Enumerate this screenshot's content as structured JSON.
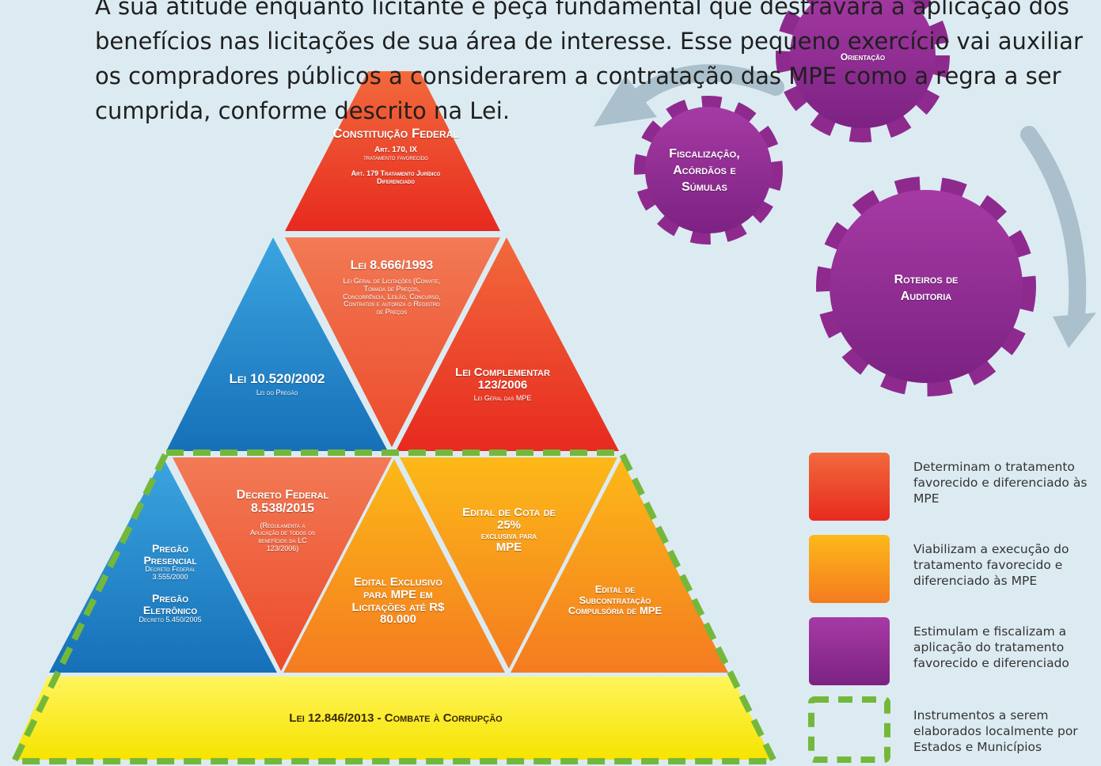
{
  "intro_text": [
    "A sua atitude enquanto licitante é peça fundamental que destravará a aplicação dos",
    "benefícios nas licitações de sua área de interesse. Esse pequeno exercício vai auxiliar",
    "os compradores públicos a considerarem a contratação das MPE como a regra a ser",
    "cumprida, conforme descrito na Lei."
  ],
  "pyramid": {
    "top": {
      "title": "Constituição Federal",
      "line1": "Art. 170, IX",
      "line2": "tratamento favorecido",
      "line3": "Art. 179 Tratamento Jurídico Diferenciado"
    },
    "lei_8666": {
      "title": "Lei 8.666/1993",
      "desc": "Lei Geral de Licitações (Convite, Tomada de Preços, Concorrência, Leilão, Concurso, Contratos e autoriza o Registro de Preços"
    },
    "lei_10520": {
      "title": "Lei 10.520/2002",
      "desc": "Lei do Pregão"
    },
    "lc_123": {
      "title": "Lei Complementar 123/2006",
      "desc": "Lei Geral das MPE"
    },
    "pregao": {
      "title1": "Pregão Presencial",
      "desc1": "Decreto Federal 3.555/2000",
      "title2": "Pregão Eletrônico",
      "desc2": "Decreto 5.450/2005"
    },
    "decreto": {
      "title": "Decreto Federal 8.538/2015",
      "desc": "(Regulamenta a Aplicação de todos os benefícios da LC 123/2006)"
    },
    "edital_exclusivo": {
      "title": "Edital Exclusivo para MPE em Licitações até R$ 80.000"
    },
    "edital_cota": {
      "title": "Edital de Cota de 25%",
      "desc": "exclusiva para",
      "tail": "MPE"
    },
    "edital_subcontratacao": {
      "title": "Edital de Subcontratação Compulsória de MPE"
    },
    "base": {
      "title": "Lei 12.846/2013 - Combate à Corrupção"
    }
  },
  "gears": {
    "orientacao": "Orientação",
    "fiscalizacao": "Fiscalização, Acórdãos e Súmulas",
    "roteiros": "Roteiros de Auditoria"
  },
  "legend": [
    {
      "color": "#ee3a25",
      "text": "Determinam o tratamento favorecido e diferenciado às MPE"
    },
    {
      "color": "#f7a21b",
      "text": "Viabilizam a execução do tratamento favorecido e diferenciado às MPE"
    },
    {
      "color": "#8e2a8e",
      "text": "Estimulam e fiscalizam a aplicação do tratamento favorecido e diferenciado"
    },
    {
      "color": "#74b83b",
      "text": "Instrumentos a serem elaborados localmente por Estados e Municípios"
    }
  ],
  "colors": {
    "red": "#ee3a25",
    "orange": "#f58a2a",
    "blue": "#1f8fd1",
    "yellow": "#fff200",
    "purple": "#8e2a8e",
    "green_dash": "#74b83b",
    "arrow": "#a9bfcc"
  }
}
